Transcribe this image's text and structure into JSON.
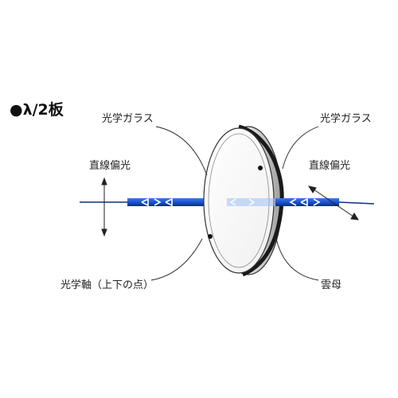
{
  "title": "●λ/2板",
  "labels": {
    "glass_left": "光学ガラス",
    "glass_right": "光学ガラス",
    "linear_pol_left": "直線偏光",
    "linear_pol_right": "直線偏光",
    "optical_axis": "光学軸（上下の点）",
    "mica": "雲母"
  },
  "colors": {
    "beam_blue": "#1a55c8",
    "beam_dark": "#0d2f7a",
    "line": "#222222",
    "glass_edge": "#444444"
  }
}
